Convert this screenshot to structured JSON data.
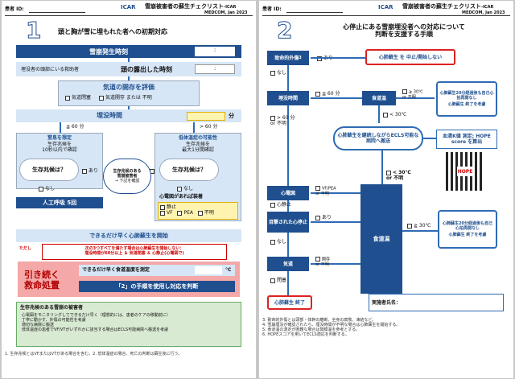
{
  "header": {
    "patient_id_label": "患者 ID:",
    "title": "雪崩被害者の蘇生チェクリスト",
    "title_suffix": "-ICAR",
    "publisher": "MEDCOM, Jan 2023"
  },
  "p1": {
    "step_num": "1",
    "step_title": "頭と胸が雪に埋もれた者への初期対応",
    "burial_time": "雪崩発生時刻",
    "burial_colon": ":",
    "exposed_prefix": "埋没者の頭部にいる救助者",
    "exposed_time": "頭の露出した時刻",
    "exposed_colon": ":",
    "airway_title": "気道の開存を評価",
    "airway_closed": "気道閉塞",
    "airway_open": "気道開存 または 不明",
    "duration": "埋没時間",
    "duration_unit": "分",
    "le60": "≦ 60 分",
    "gt60": "> 60 分",
    "asphyxia_title": "窒息を想定",
    "asphyxia_l1": "生存兆候を",
    "asphyxia_l2": "10秒以内で確認",
    "hypo_title": "低体温症の可能性",
    "hypo_l1": "生存兆候を",
    "hypo_l2": "最大1分間確認",
    "signs_q": "生存兆候は？",
    "yes": "あり",
    "no": "なし",
    "sign_circle_1": "生存兆候のある",
    "sign_circle_2": "雪崩被害者",
    "sign_circle_3": "→ 下記を確認",
    "breaths": "人工呼吸 5回",
    "ecg_title": "心電図があれば装着",
    "ecg_asys": "静止",
    "ecg_vf": "VF",
    "ecg_pea": "PEA",
    "ecg_unk": "不明",
    "cpr": "できるだけ早く心肺蘇生を開始",
    "caveat_label": "ただし",
    "caveat_l1": "次の3つすべてを満たす場合は心肺蘇生を開始しない：",
    "caveat_l2": "埋没時間が60分以上 ＆ 気道閉塞 ＆ 心静止(心電図で)",
    "continue_1": "引き続く",
    "continue_2": "救命処置",
    "core_temp": "できるだけ早く食道温度を測定",
    "core_unit": "°C",
    "step2_msg": "「2」の手順を使用し対応を判断",
    "survivor_title": "生存兆候のある雪崩の被害者",
    "survivor_items": [
      "心電図をモニタリングしてできるだけ早く（理想的には、患者のケアの移動前に）",
      "丁寧に動かす、外傷の可能性を考慮",
      "適切な病院に搬送",
      "低体温症の患者でVF/VTがいずれかに該当する場合はECLS可能病院へ搬送を考慮"
    ],
    "footnote": "1. 生存兆候とはVFまたはVTがある場合を含む。2. 低体温症の場合、死亡の判断は蘇生後に行う。"
  },
  "p2": {
    "step_num": "2",
    "step_title_1": "心停止にある雪崩埋没者への対応について",
    "step_title_2": "判断を支援する手順",
    "lethal": "致命的外傷",
    "lethal_sup": "3",
    "yes": "あり",
    "no": "なし",
    "stop_cpr": "心肺蘇生 を 中止/開始しない",
    "duration": "埋没時間",
    "le60": "≦ 60 分",
    "gt60": "> 60 分\nor 不明",
    "core": "食道温",
    "ge30": "≧ 30℃\nor 不明",
    "lt30": "< 30℃",
    "cpr20": "心肺蘇生20分経過後も自己心拍再開なし",
    "stop": "心肺蘇生 終了を考慮",
    "ecls": "心肺蘇生を継続しながらECLS可能な病院へ搬送",
    "k_test": "血清K値 測定; HOPE score を算出",
    "hope": "HOPE",
    "rhythm": "心電図",
    "vfpea": "VF/PEA\nor 不明",
    "asys": "心静止",
    "witnessed": "目撃された心停止",
    "airway": "気道",
    "patent": "開存\nor 不明",
    "closed": "閉塞",
    "core2": "食道温",
    "ge30b": "≧ 30℃",
    "cpr20b": "心肺蘇生20分経過後も自己心拍再開なし",
    "stop_b": "心肺蘇生 終了を考慮",
    "lt30b": "< 30℃\nor 不明",
    "end": "心肺蘇生 終了",
    "signature": "実施者氏名：",
    "notes": [
      "3. 致命的外傷とは頭部・体幹の離断、全身の腐敗、凍結など。",
      "4. 雪崩埋没が確認されたら、埋没時間が不明な場合は心肺蘇生を開始する。",
      "5. 食道温の測定が困難な場合は鼓膜温を参考とする。",
      "6. HOPEスコアを用いてECLS適応を判断する。"
    ]
  }
}
